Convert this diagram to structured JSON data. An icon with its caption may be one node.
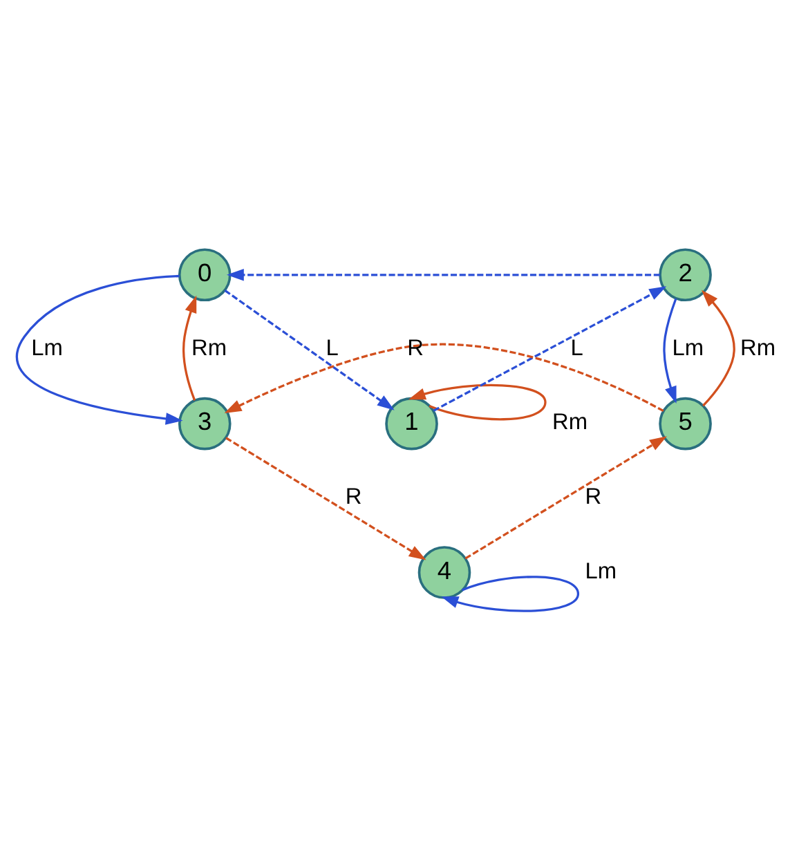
{
  "diagram": {
    "nodes": [
      {
        "text": [
          "0"
        ]
      },
      {
        "text": [
          "1"
        ]
      },
      {
        "text": [
          "2"
        ]
      },
      {
        "text": [
          "3"
        ]
      },
      {
        "text": [
          "4"
        ]
      },
      {
        "text": [
          "5"
        ]
      }
    ],
    "edges": [
      {
        "from": 1,
        "to": 1,
        "arrow": "to",
        "label": "Rm",
        "color": "#d2501e"
      },
      {
        "from": 0,
        "to": 1,
        "arrow": "to",
        "label": "L",
        "style": "dashed",
        "color": "#2b4fd6"
      },
      {
        "from": 1,
        "to": 2,
        "arrow": "to",
        "label": "L",
        "style": "dashed",
        "color": "#2b4fd6"
      },
      {
        "from": 2,
        "to": 0,
        "arrow": "to",
        "style": "dashed",
        "color": "#2b4fd6"
      },
      {
        "from": 0,
        "to": 3,
        "arrow": "to",
        "label": "Lm",
        "color": "#2b4fd6"
      },
      {
        "from": 3,
        "to": 0,
        "arrow": "to",
        "label": "Rm",
        "color": "#d2501e"
      },
      {
        "from": 2,
        "to": 5,
        "arrow": "to",
        "label": "Lm",
        "color": "#2b4fd6"
      },
      {
        "from": 5,
        "to": 2,
        "arrow": "to",
        "label": "Rm",
        "color": "#d2501e"
      },
      {
        "from": 5,
        "to": 3,
        "arrow": "to",
        "label": "R",
        "style": "dashed",
        "color": "#d2501e"
      },
      {
        "from": 3,
        "to": 4,
        "arrow": "to",
        "label": "R",
        "style": "dashed",
        "color": "#d2501e"
      },
      {
        "from": 4,
        "to": 5,
        "arrow": "to",
        "label": "R",
        "style": "dashed",
        "color": "#d2501e"
      },
      {
        "from": 4,
        "to": 4,
        "arrow": "to",
        "label": "Lm",
        "color": "#2b4fd6"
      }
    ]
  }
}
